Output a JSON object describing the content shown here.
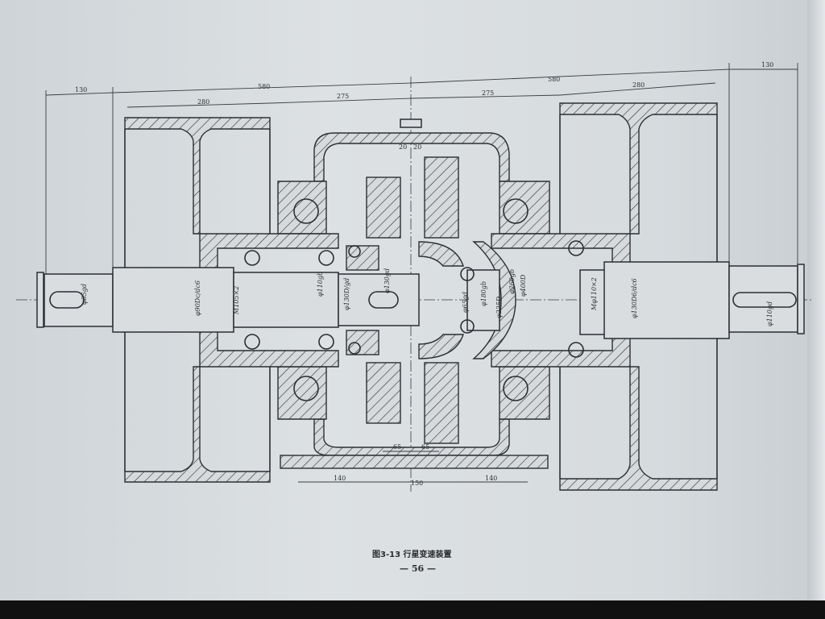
{
  "figure": {
    "caption": "图3-13  行星变速装置",
    "page_number": "— 56 —"
  },
  "dimensions": {
    "top_left_end": "130",
    "top_left_half": "580",
    "top_right_half": "580",
    "top_right_end": "130",
    "left_wheel_width": "280",
    "center_left": "275",
    "center_right": "275",
    "right_wheel_width": "280",
    "center_gap_left": "20",
    "center_gap_right": "20",
    "inner_left": "65",
    "inner_right": "65",
    "base_left": "140",
    "base_center": "150",
    "base_right": "140"
  },
  "labels": {
    "left_shaft_end": "φ85gd",
    "left_shaft": "φ90Dc/dc6",
    "left_thread": "M105×2",
    "bearing_left": "φ110gb",
    "sun_bore": "φ130D/gd",
    "sun": "φ130gd",
    "pin": "φ65gd",
    "carrier": "φ180gb",
    "ring_inner": "φ225D",
    "ring_outer": "φ260gb",
    "housing": "φ400D",
    "right_thread": "Mφ110×2",
    "right_shaft": "φ130D6/dc6",
    "right_shaft_end": "φ110gd"
  },
  "colors": {
    "ink": "#2b2f33",
    "paper": "#d9dddf"
  }
}
